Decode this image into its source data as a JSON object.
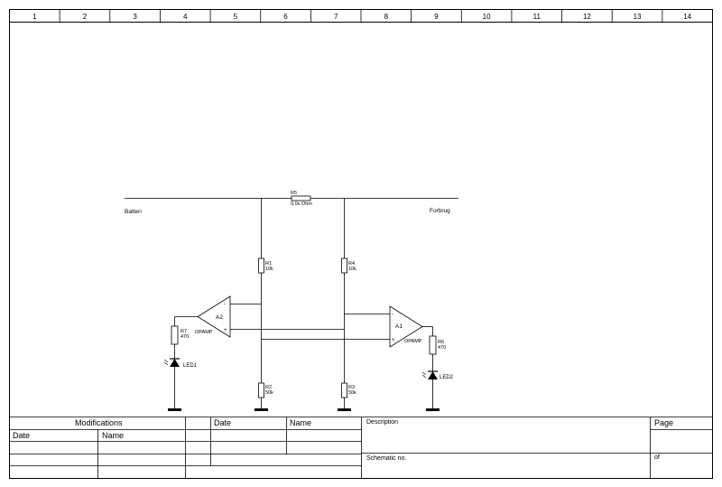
{
  "grid": {
    "columns": [
      "1",
      "2",
      "3",
      "4",
      "5",
      "6",
      "7",
      "8",
      "9",
      "10",
      "11",
      "12",
      "13",
      "14"
    ]
  },
  "schematic": {
    "nodes": {
      "left_rail": "Batteri",
      "right_rail": "Forbrug"
    },
    "components": {
      "r5": {
        "ref": "R5",
        "value": "0,0x Ohm"
      },
      "r1": {
        "ref": "R1",
        "value": "10k"
      },
      "r2": {
        "ref": "R2",
        "value": "50k"
      },
      "r3": {
        "ref": "R3",
        "value": "50k"
      },
      "r4": {
        "ref": "R4",
        "value": "10k"
      },
      "r6": {
        "ref": "R6",
        "value": "470"
      },
      "r7": {
        "ref": "R7",
        "value": "470"
      },
      "a1": {
        "ref": "A1",
        "type": "OPAMP"
      },
      "a2": {
        "ref": "A2",
        "type": "OPAMP"
      },
      "led1": {
        "ref": "LED1"
      },
      "led2": {
        "ref": "LED2"
      }
    },
    "pin_signs": {
      "minus": "-",
      "plus": "+"
    }
  },
  "title_block": {
    "modifications": "Modifications",
    "date": "Date",
    "name": "Name",
    "date2": "Date",
    "name2": "Name",
    "description": "Description",
    "page": "Page",
    "schematic_no": "Schematic no.",
    "of": "of"
  }
}
